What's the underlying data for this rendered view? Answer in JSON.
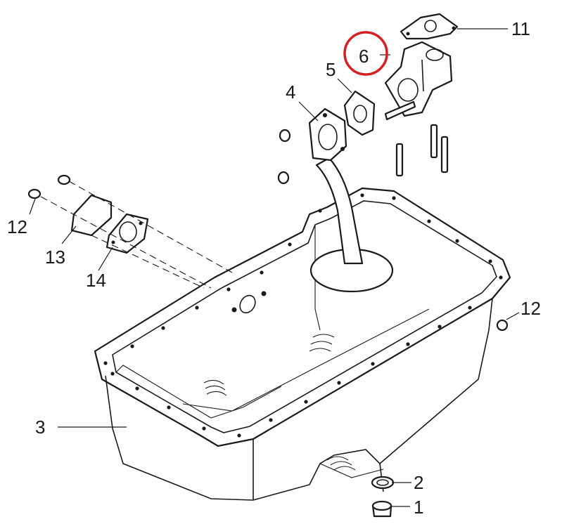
{
  "labels": {
    "p1": "1",
    "p2": "2",
    "p3": "3",
    "p4": "4",
    "p5": "5",
    "p6": "6",
    "p11": "11",
    "p12a": "12",
    "p12b": "12",
    "p13": "13",
    "p14": "14"
  },
  "highlight": {
    "part": "6",
    "color": "#d42020"
  },
  "colors": {
    "line": "#1a1a1a",
    "background": "#ffffff"
  }
}
